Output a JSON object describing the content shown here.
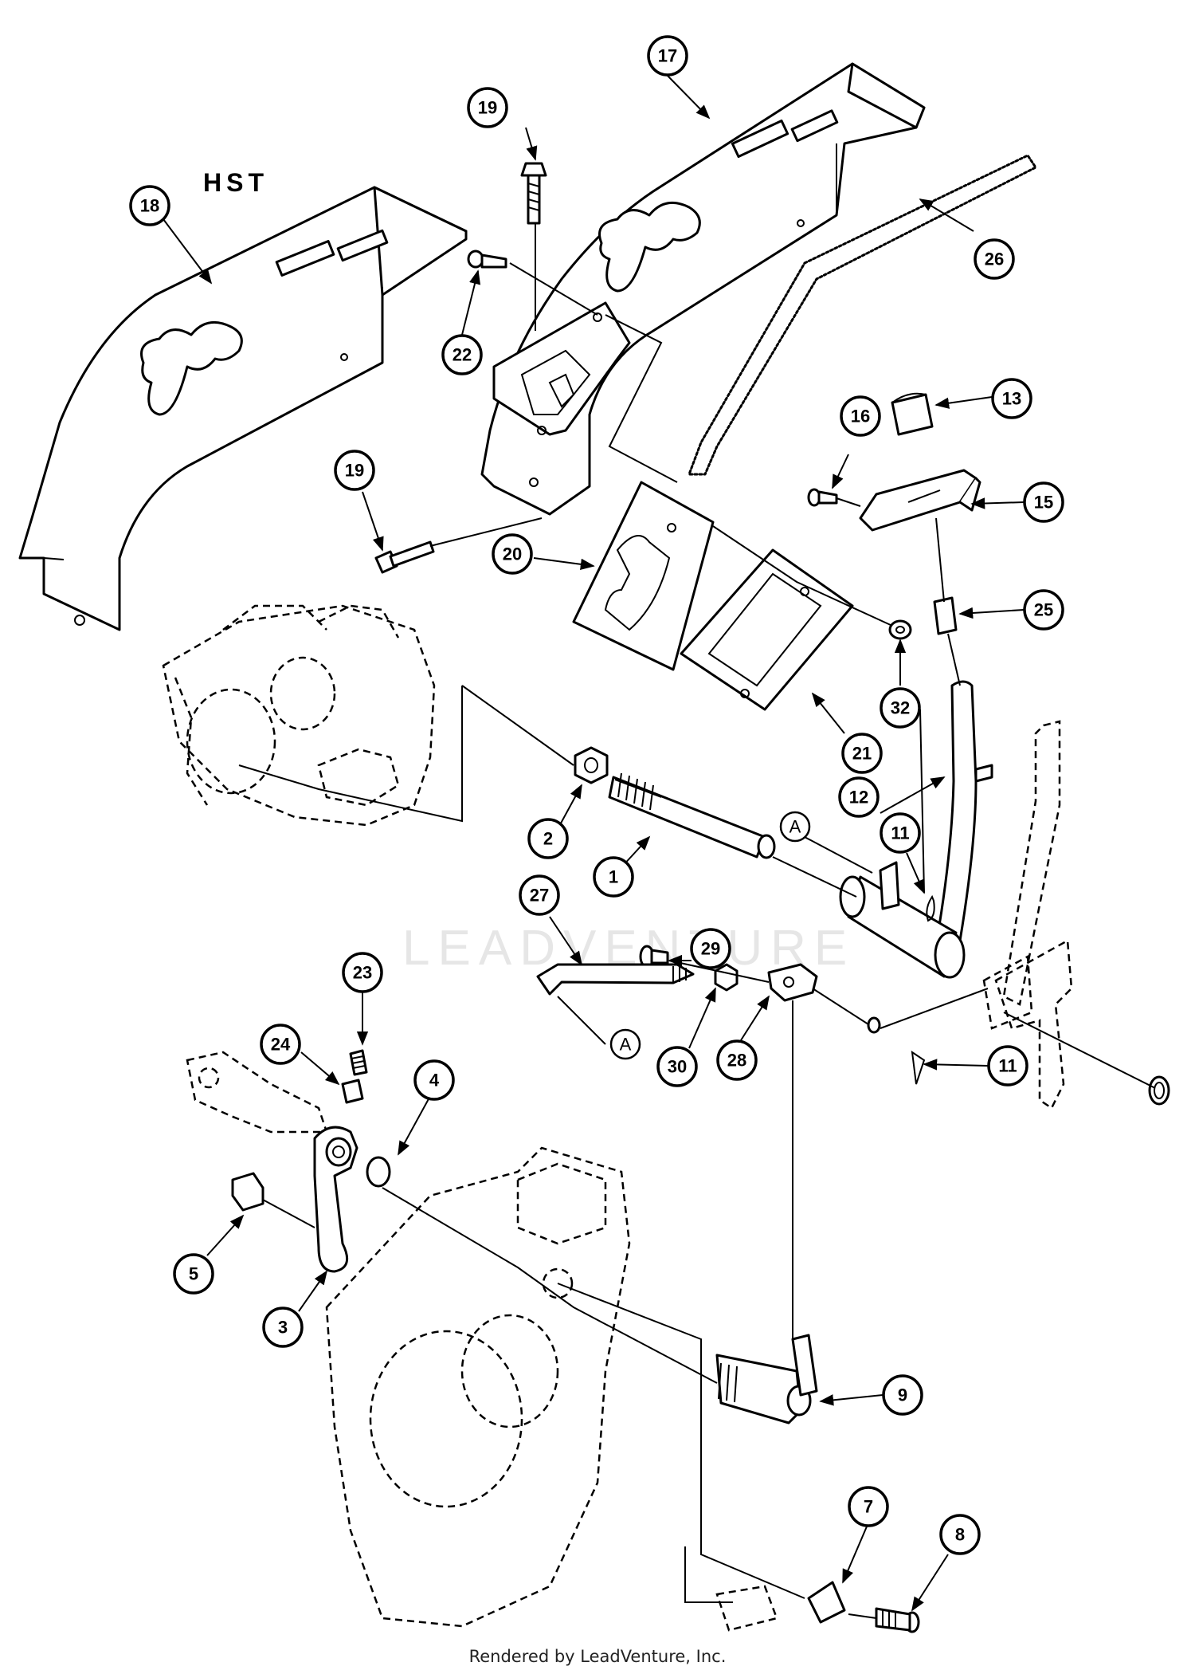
{
  "diagram": {
    "section_label": "HST",
    "watermark": "LEADVENTURE",
    "footer": "Rendered by LeadVenture, Inc.",
    "callouts": [
      "17",
      "19",
      "18",
      "22",
      "26",
      "13",
      "16",
      "15",
      "19",
      "20",
      "25",
      "32",
      "21",
      "12",
      "2",
      "1",
      "A",
      "11",
      "29",
      "27",
      "23",
      "24",
      "30",
      "28",
      "A",
      "11",
      "4",
      "5",
      "3",
      "9",
      "7",
      "8"
    ]
  }
}
